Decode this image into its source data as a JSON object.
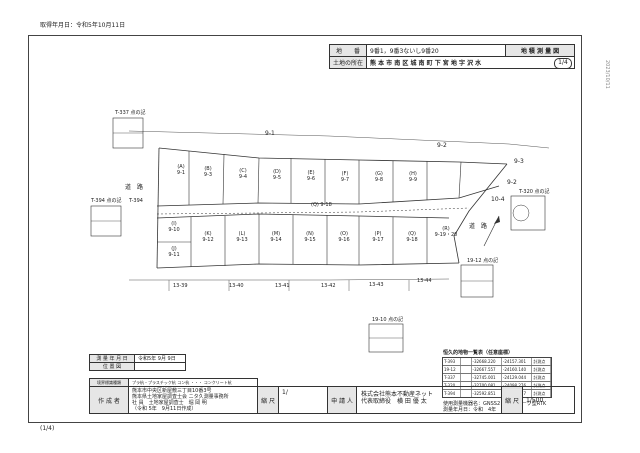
{
  "print_date": "取得年月日：令和5年10月11日",
  "page_footer": "(1/4)",
  "side_stamp": "2023/10/11",
  "header": {
    "chiban_label": "地　　番",
    "chiban_value": "9番1，9番3ないし9番20",
    "title": "地 積 測 量 図",
    "location_label": "土地の所在",
    "location_value": "熊 本 市 南 区 城 南 町 下 宮 地 字 沢 水",
    "sheet_no": "1/4"
  },
  "lots_top": [
    {
      "id": "(A)",
      "num": "9-1"
    },
    {
      "id": "(B)",
      "num": "9-3"
    },
    {
      "id": "(C)",
      "num": "9-4"
    },
    {
      "id": "(D)",
      "num": "9-5"
    },
    {
      "id": "(E)",
      "num": "9-6"
    },
    {
      "id": "(F)",
      "num": "9-7"
    },
    {
      "id": "(G)",
      "num": "9-8"
    },
    {
      "id": "(H)",
      "num": "9-9"
    }
  ],
  "lots_bottom": [
    {
      "id": "(I)",
      "num": "9-10"
    },
    {
      "id": "(K)",
      "num": "9-12"
    },
    {
      "id": "(L)",
      "num": "9-13"
    },
    {
      "id": "(M)",
      "num": "9-14"
    },
    {
      "id": "(N)",
      "num": "9-15"
    },
    {
      "id": "(O)",
      "num": "9-16"
    },
    {
      "id": "(P)",
      "num": "9-17"
    },
    {
      "id": "(Q)",
      "num": "9-18"
    }
  ],
  "lot_j": {
    "id": "(J)",
    "num": "9-11"
  },
  "lot_r": {
    "id": "(R)",
    "num": "9-19・20"
  },
  "map_labels": {
    "upper_parcel": "9-1",
    "upper_right": "9-2",
    "right_edge": "9-3",
    "right_mid": "10-4",
    "right_mid2": "9-2",
    "road_left": "道　路",
    "road_right": "道　路",
    "mid_road": "(Q) 9-18",
    "left_point_label": "T-394",
    "bottom_parcels": [
      "13-39",
      "13-40",
      "13-41",
      "13-42",
      "13-43",
      "13-44"
    ]
  },
  "point_notes": {
    "t337": "T-337 点の記",
    "t394": "T-394 点の記",
    "t320": "T-320 点の記",
    "p1912": "19-12 点の記",
    "p1910": "19-10 点の記"
  },
  "legend": {
    "title": "恒久的地物一覧表（任意座標）",
    "rows": [
      [
        "T-393",
        "",
        "-32668.220",
        "-24157.301",
        "計測点"
      ],
      [
        "19-12",
        "",
        "-32667.557",
        "-24160.140",
        "計測点"
      ],
      [
        "T-337",
        "",
        "-32745.001",
        "-24129.044",
        "計測点"
      ],
      [
        "T-320",
        "",
        "-32700.081",
        "-24098.276",
        "計測点"
      ],
      [
        "T-394",
        "",
        "-32592.851",
        "-24097.277",
        "計測点"
      ]
    ],
    "footnote1": "使用測量機器名：GNSS2 ネットワーク型RTK",
    "footnote2": "測量年月日：令和　4年　9月　3日"
  },
  "survey": {
    "label": "測 量 年 月 日",
    "value": "令和5年 9月 9日",
    "position_label": "位 置 図"
  },
  "bottom_strip": {
    "boundary_label": "境界標識種類",
    "boundary_value": "プラ杭・プラスチック杭 コン杭 ・・・ コンクリート杭",
    "creator_label": "作 成 者",
    "creator_lines": [
      "熊本市中央区新屋敷三丁目10番3号",
      "熊本県土地家屋調査士会 ニタ久測量事務所",
      "社 員　土地家屋調査士　堀 岡 明",
      "（令和 5年　9月11日作成）"
    ],
    "scale_label": "縮 尺",
    "scale_value": "1/",
    "applicant_label": "申 請 人",
    "applicant_lines": [
      "株式会社熊本不動産ネット",
      "代表取締役　横 田 優 太"
    ],
    "scale2_label": "縮 尺",
    "scale2_value": "1/500"
  }
}
